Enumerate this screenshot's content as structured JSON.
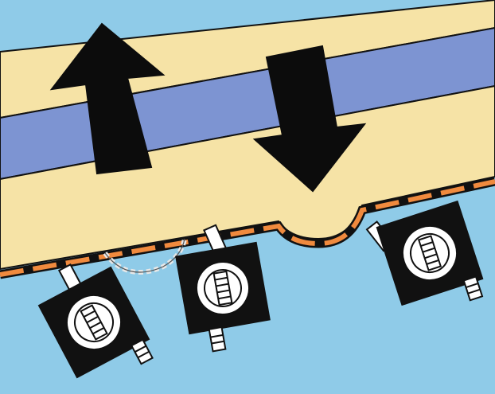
{
  "colors": {
    "water": "#8fcbe8",
    "band_light": "#f6e3a6",
    "band_blue": "#7d94d2",
    "outline": "#111111",
    "arrow": "#0c0c0c",
    "hatch_orange": "#f08a3e",
    "device_body": "#111111",
    "device_ring": "#ffffff",
    "ghost_dash": "#d8d8d8"
  },
  "icons": {
    "up_arrow": "double-headed-up-down-arrow-icon",
    "down_arrow": "down-arrow-icon",
    "device": "suction-cup-device-icon"
  },
  "devices": [
    {
      "name": "device-left"
    },
    {
      "name": "device-middle"
    },
    {
      "name": "device-right"
    }
  ]
}
